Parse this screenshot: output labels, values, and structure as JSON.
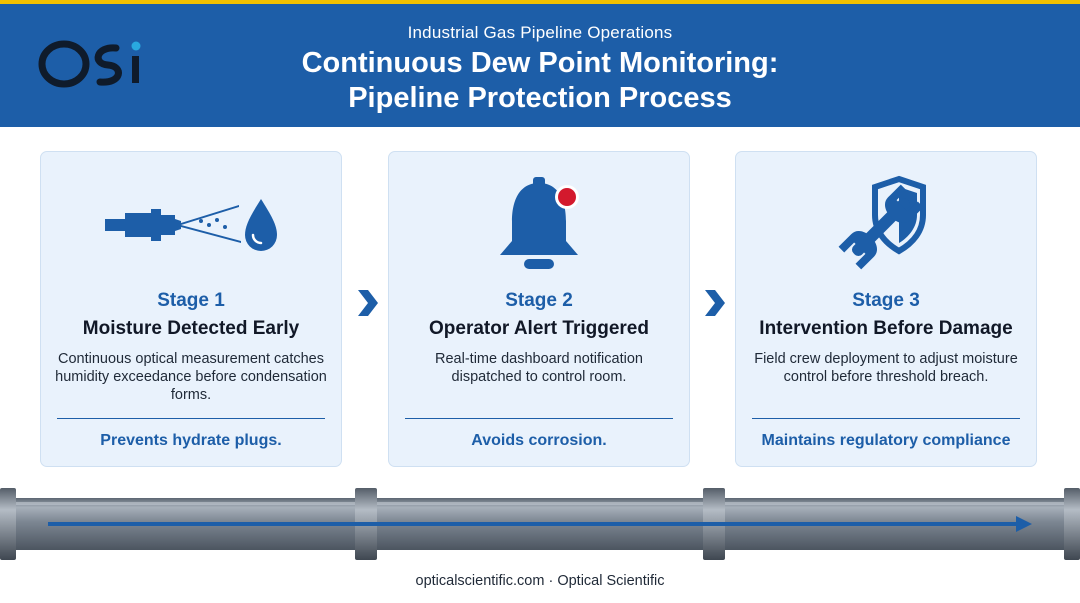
{
  "header": {
    "logo_text": "OSi",
    "subtitle": "Industrial Gas Pipeline Operations",
    "title_line1": "Continuous Dew Point Monitoring:",
    "title_line2": "Pipeline Protection Process"
  },
  "stages": [
    {
      "label": "Stage 1",
      "title": "Moisture Detected Early",
      "description": "Continuous optical measurement catches humidity exceedance before condensation forms.",
      "benefit": "Prevents hydrate plugs.",
      "icon": "spray-nozzle-droplet-icon"
    },
    {
      "label": "Stage 2",
      "title": "Operator Alert Triggered",
      "description": "Real-time dashboard notification dispatched to control room.",
      "benefit": "Avoids corrosion.",
      "icon": "bell-alert-icon"
    },
    {
      "label": "Stage 3",
      "title": "Intervention Before Damage",
      "description": "Field crew deployment to adjust moisture control before threshold breach.",
      "benefit": "Maintains regulatory compliance",
      "icon": "wrench-shield-icon"
    }
  ],
  "footer": {
    "text": "opticalscientific.com · Optical Scientific"
  },
  "colors": {
    "brand_blue": "#1d5ea8",
    "accent_yellow": "#f2c000",
    "alert_red": "#d3192d",
    "card_bg": "#e9f2fc",
    "pipe_gray": "#76808c"
  }
}
